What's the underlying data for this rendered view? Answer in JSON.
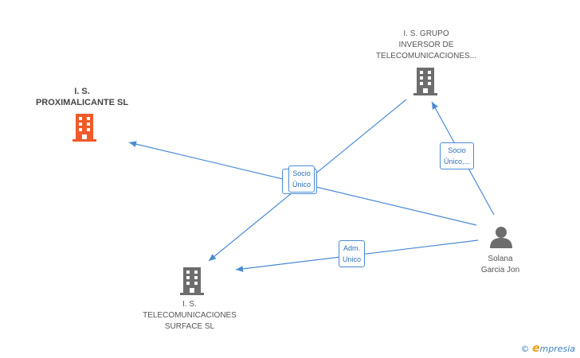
{
  "colors": {
    "edge": "#4a8ad4",
    "company_main": "#f05a28",
    "company": "#6d6d6d",
    "person": "#6d6d6d"
  },
  "nodes": {
    "proximalicante": {
      "lines": [
        "I. S.",
        "PROXIMALICANTE SL"
      ],
      "icon": "building-icon"
    },
    "grupo": {
      "lines": [
        "I. S. GRUPO",
        "INVERSOR DE",
        "TELECOMUNICACIONES..."
      ],
      "icon": "building-icon"
    },
    "surface": {
      "lines": [
        "I. S.",
        "TELECOMUNICACIONES",
        "SURFACE SL"
      ],
      "icon": "building-icon"
    },
    "person": {
      "lines": [
        "Solana",
        "Garcia Jon"
      ],
      "icon": "person-icon"
    }
  },
  "edges": {
    "socio_unico_main": {
      "lines": [
        "Socio",
        "Único"
      ]
    },
    "socio_unico_grupo": {
      "lines": [
        "Socio",
        "Único,..."
      ]
    },
    "adm_unico": {
      "lines": [
        "Adm.",
        "Unico"
      ]
    }
  },
  "watermark": {
    "copyright": "©",
    "brand": "mpresia",
    "initial": "e"
  }
}
